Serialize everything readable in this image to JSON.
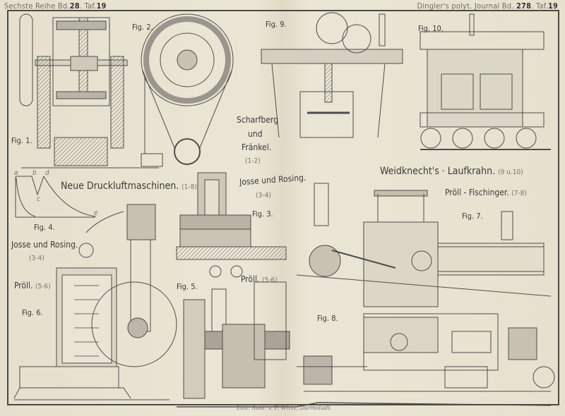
{
  "header": {
    "left_prefix": "Sechste Reihe Bd.",
    "left_volume": "28",
    "left_sep": ". Taf.",
    "left_plate": "19",
    "right_prefix": "Dingler's polyt. Journal Bd.",
    "right_volume": "278",
    "right_sep": ". Taf.",
    "right_plate": "19"
  },
  "main_title": {
    "text": "Neue Druckluftmaschinen.",
    "range": "(1-8)"
  },
  "authors": {
    "scharfberg_1": "Scharfberg",
    "scharfberg_2": "und",
    "scharfberg_3": "Fränkel.",
    "scharfberg_range": "(1-2)",
    "josse_top": "Josse und Rosing.",
    "josse_top_range": "(3-4)",
    "josse_left": "Josse und Rosing.",
    "josse_left_range": "(3-4)",
    "proell_left": "Pröll.",
    "proell_left_range": "(5-6)",
    "proell_mid": "Pröll.",
    "proell_mid_range": "(5-6)",
    "weidknecht": "Weidknecht's · Laufkrahn.",
    "weidknecht_range": "(9 u.10)",
    "proell_fischinger": "Pröll - Fischinger.",
    "proell_fischinger_range": "(7-8)"
  },
  "figures": {
    "fig1": "Fig. 1.",
    "fig2": "Fig. 2.",
    "fig3": "Fig. 3.",
    "fig4": "Fig. 4.",
    "fig5": "Fig. 5.",
    "fig6": "Fig. 6.",
    "fig7": "Fig. 7.",
    "fig8": "Fig. 8.",
    "fig9": "Fig. 9.",
    "fig10": "Fig. 10."
  },
  "diagram_points": {
    "a": "a",
    "b": "b",
    "c": "c",
    "d": "d",
    "e": "e"
  },
  "footer": "Lith. Anst. v. F. Wirtz, Darmstadt."
}
